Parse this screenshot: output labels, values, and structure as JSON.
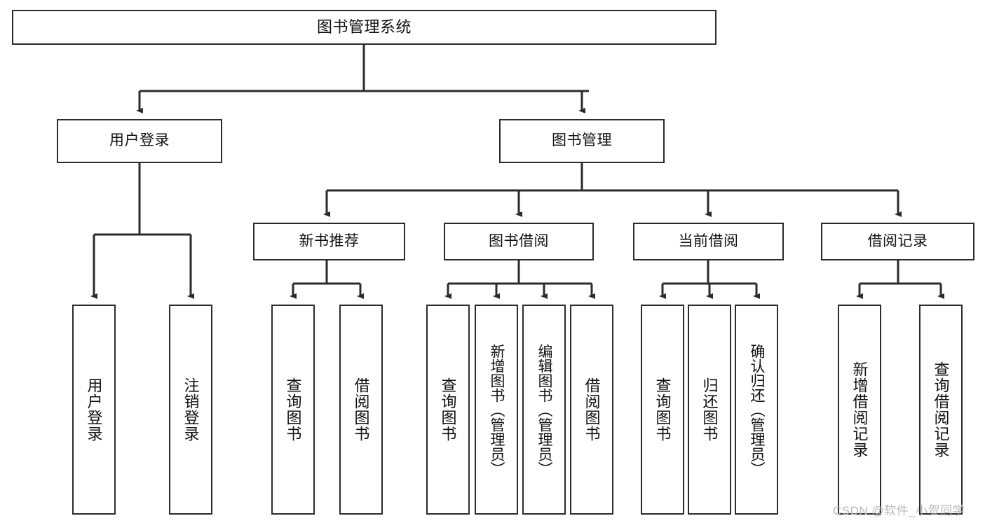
{
  "diagram": {
    "title": "图书管理系统",
    "type": "hierarchy-tree",
    "root": {
      "id": "root",
      "label": "图书管理系统",
      "orientation": "horizontal"
    },
    "level2": [
      {
        "id": "user-login",
        "label": "用户登录",
        "orientation": "horizontal"
      },
      {
        "id": "book-management",
        "label": "图书管理",
        "orientation": "horizontal"
      }
    ],
    "level3": [
      {
        "id": "new-book-recommend",
        "label": "新书推荐",
        "orientation": "horizontal",
        "parent": "book-management"
      },
      {
        "id": "book-borrow",
        "label": "图书借阅",
        "orientation": "horizontal",
        "parent": "book-management"
      },
      {
        "id": "current-borrow",
        "label": "当前借阅",
        "orientation": "horizontal",
        "parent": "book-management"
      },
      {
        "id": "borrow-record",
        "label": "借阅记录",
        "orientation": "horizontal",
        "parent": "book-management"
      }
    ],
    "leaves": [
      {
        "id": "leaf-user-login",
        "label": "用户登录",
        "parent": "user-login",
        "orientation": "vertical"
      },
      {
        "id": "leaf-user-logout",
        "label": "注销登录",
        "parent": "user-login",
        "orientation": "vertical"
      },
      {
        "id": "leaf-query-books-1",
        "label": "查询图书",
        "parent": "new-book-recommend",
        "orientation": "vertical"
      },
      {
        "id": "leaf-borrow-books-1",
        "label": "借阅图书",
        "parent": "new-book-recommend",
        "orientation": "vertical"
      },
      {
        "id": "leaf-query-books-2",
        "label": "查询图书",
        "parent": "book-borrow",
        "orientation": "vertical"
      },
      {
        "id": "leaf-add-book",
        "label": "新增图书（管理员）",
        "parent": "book-borrow",
        "orientation": "vertical"
      },
      {
        "id": "leaf-edit-book",
        "label": "编辑图书（管理员）",
        "parent": "book-borrow",
        "orientation": "vertical"
      },
      {
        "id": "leaf-borrow-books-2",
        "label": "借阅图书",
        "parent": "book-borrow",
        "orientation": "vertical"
      },
      {
        "id": "leaf-query-books-3",
        "label": "查询图书",
        "parent": "current-borrow",
        "orientation": "vertical"
      },
      {
        "id": "leaf-return-books",
        "label": "归还图书",
        "parent": "current-borrow",
        "orientation": "vertical"
      },
      {
        "id": "leaf-confirm-return",
        "label": "确认归还（管理员）",
        "parent": "current-borrow",
        "orientation": "vertical"
      },
      {
        "id": "leaf-add-record",
        "label": "新增借阅记录",
        "parent": "borrow-record",
        "orientation": "vertical"
      },
      {
        "id": "leaf-query-record",
        "label": "查询借阅记录",
        "parent": "borrow-record",
        "orientation": "vertical"
      }
    ],
    "colors": {
      "stroke": "#2b2b2b",
      "fill": "#ffffff",
      "text": "#111111",
      "watermark": "#b9b9b9"
    }
  },
  "watermark": {
    "text": "CSDN @软件_小贺同学"
  }
}
